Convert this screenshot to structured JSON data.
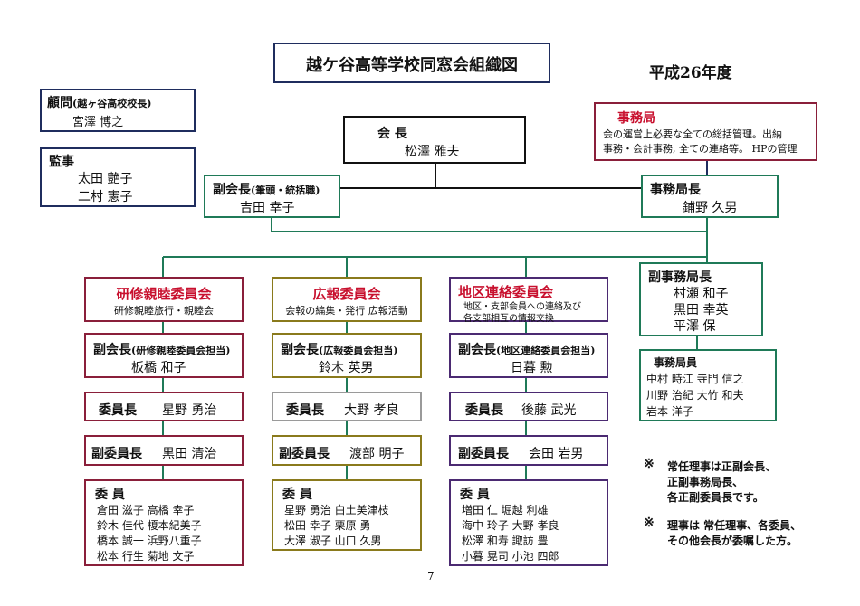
{
  "title": "越ケ谷高等学校同窓会組織図",
  "year": "平成26年度",
  "advisor": {
    "label": "顧問",
    "note": "(越ヶ谷高校校長)",
    "name": "宮澤 博之"
  },
  "auditors": {
    "label": "監事",
    "names": [
      "太田 艶子",
      "二村 憲子"
    ]
  },
  "president": {
    "label": "会 長",
    "name": "松澤 雅夫"
  },
  "vice_president": {
    "label": "副会長",
    "note": "(筆頭・統括職)",
    "name": "吉田 幸子"
  },
  "office": {
    "label": "事務局",
    "desc": [
      "会の運営上必要な全ての総括管理。出納",
      "事務・会計事務, 全ての連絡等。 HPの管理"
    ]
  },
  "office_chief": {
    "label": "事務局長",
    "name": "鋪野 久男"
  },
  "deputy_office_chief": {
    "label": "副事務局長",
    "names": [
      "村瀬 和子",
      "黒田 幸英",
      "平澤 保"
    ]
  },
  "office_staff": {
    "label": "事務局員",
    "rows": [
      "中村 時江 寺門 信之",
      "川野 治紀 大竹 和夫",
      "岩本 洋子"
    ]
  },
  "committees": [
    {
      "name": "研修親睦委員会",
      "desc": [
        "研修親睦旅行・親睦会"
      ],
      "vice_label": "副会長",
      "vice_note": "(研修親睦委員会担当)",
      "vice_name": "板橋 和子",
      "chair_label": "委員長",
      "chair_name": "星野 勇治",
      "vicechair_label": "副委員長",
      "vicechair_name": "黒田 清治",
      "members_label": "委 員",
      "members": [
        "倉田 滋子 高橋 幸子",
        "鈴木 佳代 榎本紀美子",
        "橋本 誠一 浜野八重子",
        "松本 行生 菊地 文子"
      ]
    },
    {
      "name": "広報委員会",
      "desc": [
        "会報の編集・発行 広報活動"
      ],
      "vice_label": "副会長",
      "vice_note": "(広報委員会担当)",
      "vice_name": "鈴木 英男",
      "chair_label": "委員長",
      "chair_name": "大野 孝良",
      "vicechair_label": "副委員長",
      "vicechair_name": "渡部 明子",
      "members_label": "委 員",
      "members": [
        "星野 勇治 白土美津枝",
        "松田 幸子 栗原 勇",
        "大澤 淑子 山口 久男"
      ]
    },
    {
      "name": "地区連絡委員会",
      "desc": [
        "地区・支部会員への連絡及び",
        "各支部相互の情報交換"
      ],
      "vice_label": "副会長",
      "vice_note": "(地区連絡委員会担当)",
      "vice_name": "日暮 勲",
      "chair_label": "委員長",
      "chair_name": "後藤 武光",
      "vicechair_label": "副委員長",
      "vicechair_name": "会田 岩男",
      "members_label": "委 員",
      "members": [
        "増田 仁 堀越 利雄",
        "海中 玲子 大野 孝良",
        "松澤 和寿 諏訪 豊",
        "小暮 晃司 小池 四郎"
      ]
    }
  ],
  "notes": [
    {
      "mark": "※",
      "lines": [
        "常任理事は正副会長、",
        "正副事務局長、",
        "各正副委員長です。"
      ]
    },
    {
      "mark": "※",
      "lines": [
        "理事は 常任理事、各委員、",
        "その他会長が委嘱した方。"
      ]
    }
  ],
  "page_number": "7"
}
